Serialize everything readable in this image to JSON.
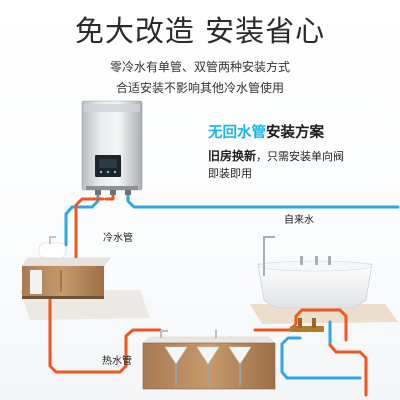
{
  "header": {
    "title": "免大改造  安装省心",
    "line1": "零冷水有单管、双管两种安装方式",
    "line2": "合适安装不影响其他冷水管使用"
  },
  "scheme": {
    "title_highlight": "无回水管",
    "title_rest": "安装方案",
    "desc_bold": "旧房换新",
    "desc_rest": "，只需安装单向阀",
    "desc_line2": "即装即用"
  },
  "labels": {
    "tap_water": "自来水",
    "cold_pipe": "冷水管",
    "hot_pipe": "热水管"
  },
  "colors": {
    "cold": "#2fa6e6",
    "hot": "#f0561f",
    "accent": "#17b6e6"
  }
}
